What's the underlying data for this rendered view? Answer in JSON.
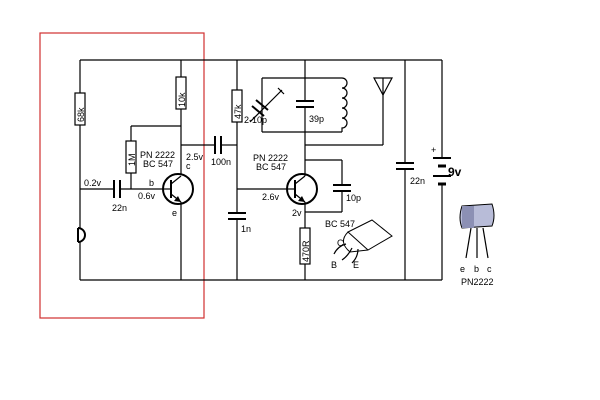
{
  "colors": {
    "wire": "#000000",
    "highlight_box": "#d03030",
    "transistor_fill": "#b8bcd8"
  },
  "labels": {
    "r_68k": "68k",
    "r_10k": "10k",
    "r_1m": "1M",
    "r_47k": "47k",
    "r_470r": "470R",
    "c_22n_in": "22n",
    "c_100n": "100n",
    "c_1n": "1n",
    "c_10p": "10p",
    "c_22n_supply": "22n",
    "c_trimmer": "2-10p",
    "c_39p": "39p",
    "q1_type_a": "PN 2222",
    "q1_type_b": "BC 547",
    "q2_type_a": "PN 2222",
    "q2_type_b": "BC 547",
    "v_base_in": "0.2v",
    "v_q1_collector": "2.5v",
    "v_q1_base": "0.6v",
    "v_q2_base": "2.6v",
    "v_q2_emitter": "2v",
    "pin_b": "b",
    "pin_c": "c",
    "pin_e": "e",
    "battery_plus": "+",
    "battery_voltage": "9v",
    "pkg_bc547_name": "BC 547",
    "pkg_bc547_c": "C",
    "pkg_bc547_b": "B",
    "pkg_bc547_e": "E",
    "pkg_pn_e": "e",
    "pkg_pn_b": "b",
    "pkg_pn_c": "c",
    "pkg_pn_name": "PN2222"
  },
  "icons": [
    "microphone-icon",
    "antenna-icon",
    "inductor-coil-icon",
    "battery-icon",
    "transistor-package-icon"
  ]
}
